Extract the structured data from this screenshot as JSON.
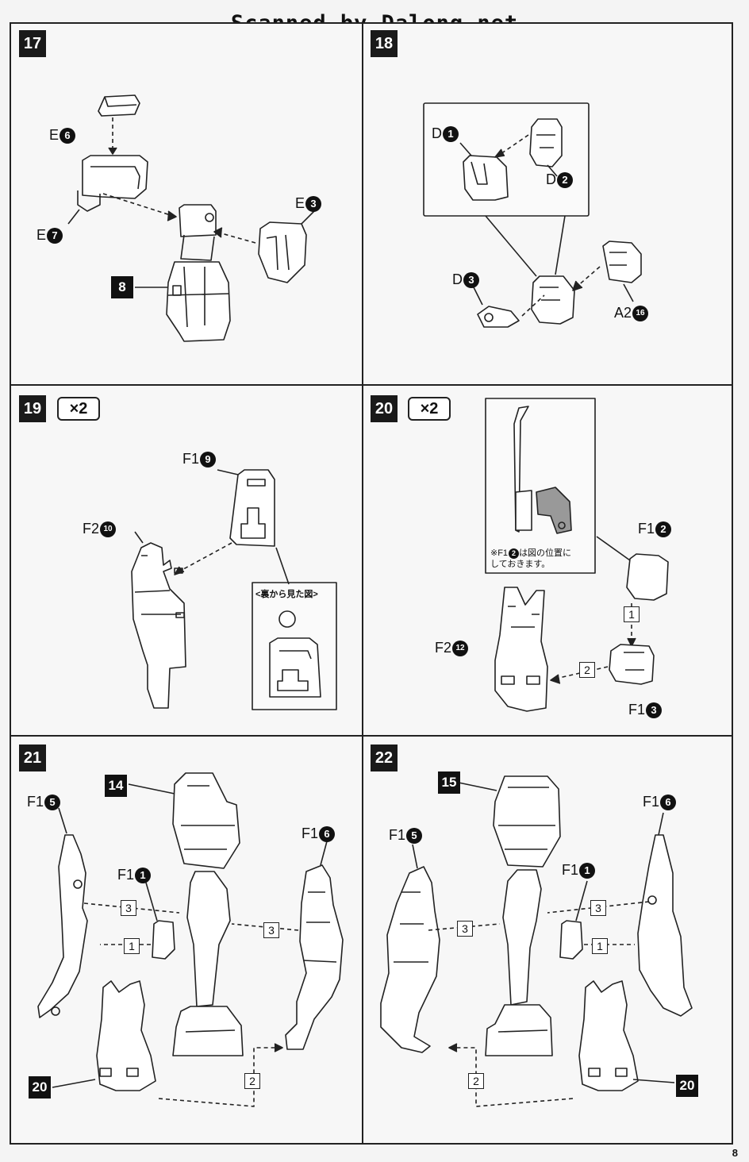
{
  "watermark": "Scanned by Dalong.net",
  "page_number": "8",
  "steps": {
    "s17": {
      "number": "17",
      "labels": {
        "e6": "E",
        "e6n": "6",
        "e7": "E",
        "e7n": "7",
        "e3": "E",
        "e3n": "3"
      },
      "ref": "8"
    },
    "s18": {
      "number": "18",
      "labels": {
        "d1": "D",
        "d1n": "1",
        "d2": "D",
        "d2n": "2",
        "d3": "D",
        "d3n": "3",
        "a2": "A2",
        "a2n": "16"
      }
    },
    "s19": {
      "number": "19",
      "times": "×2",
      "labels": {
        "f19": "F1",
        "f19n": "9",
        "f210": "F2",
        "f210n": "10"
      },
      "back_view": "<裏から見た図>"
    },
    "s20": {
      "number": "20",
      "times": "×2",
      "labels": {
        "f12": "F1",
        "f12n": "2",
        "f212": "F2",
        "f212n": "12",
        "f13": "F1",
        "f13n": "3"
      },
      "note_line1": "※F1",
      "note_circ": "2",
      "note_line1b": "は図の位置に",
      "note_line2": "しておきます。",
      "order": [
        "1",
        "2"
      ]
    },
    "s21": {
      "number": "21",
      "refs": [
        "14",
        "20"
      ],
      "labels": {
        "f15": "F1",
        "f15n": "5",
        "f16": "F1",
        "f16n": "6",
        "f11": "F1",
        "f11n": "1"
      },
      "order": [
        "3",
        "1",
        "3",
        "2"
      ]
    },
    "s22": {
      "number": "22",
      "refs": [
        "15",
        "20"
      ],
      "labels": {
        "f15": "F1",
        "f15n": "5",
        "f16": "F1",
        "f16n": "6",
        "f11": "F1",
        "f11n": "1"
      },
      "order": [
        "3",
        "3",
        "1",
        "2"
      ]
    }
  }
}
